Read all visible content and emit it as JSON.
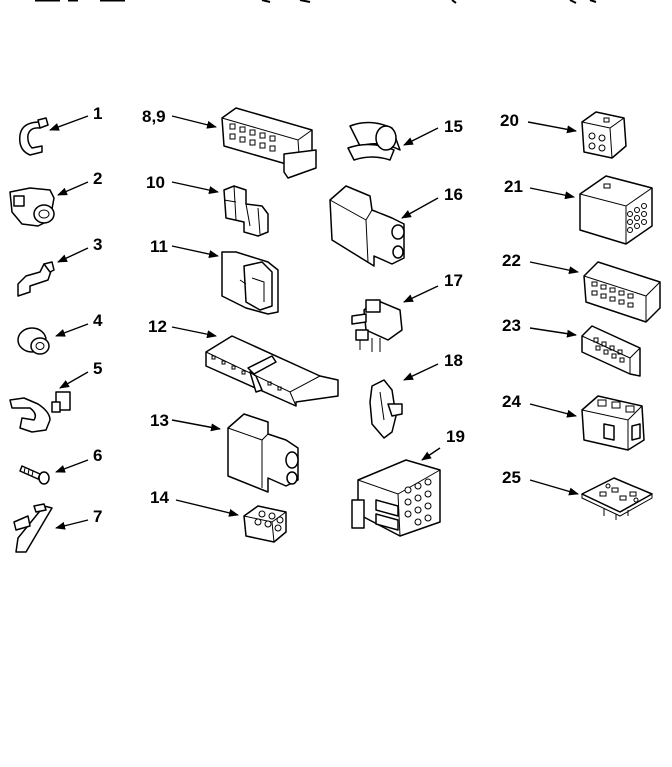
{
  "diagram": {
    "part_labels": [
      "1",
      "2",
      "3",
      "4",
      "5",
      "6",
      "7",
      "8,9",
      "10",
      "11",
      "12",
      "13",
      "14",
      "15",
      "16",
      "17",
      "18",
      "19",
      "20",
      "21",
      "22",
      "23",
      "24",
      "25"
    ]
  }
}
